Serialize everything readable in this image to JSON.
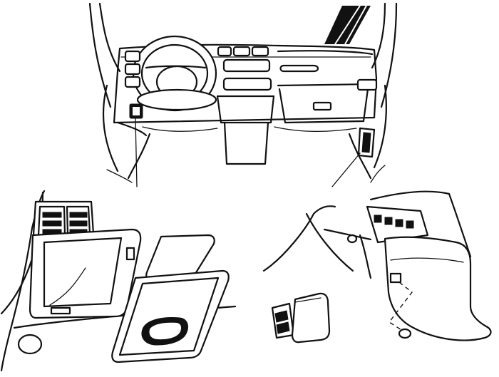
{
  "diagram": {
    "panels": [
      {
        "id": "dashboard-overview",
        "caption": ""
      },
      {
        "id": "fuse-box-detail",
        "caption": ""
      },
      {
        "id": "relay-box-detail",
        "caption": ""
      }
    ]
  }
}
